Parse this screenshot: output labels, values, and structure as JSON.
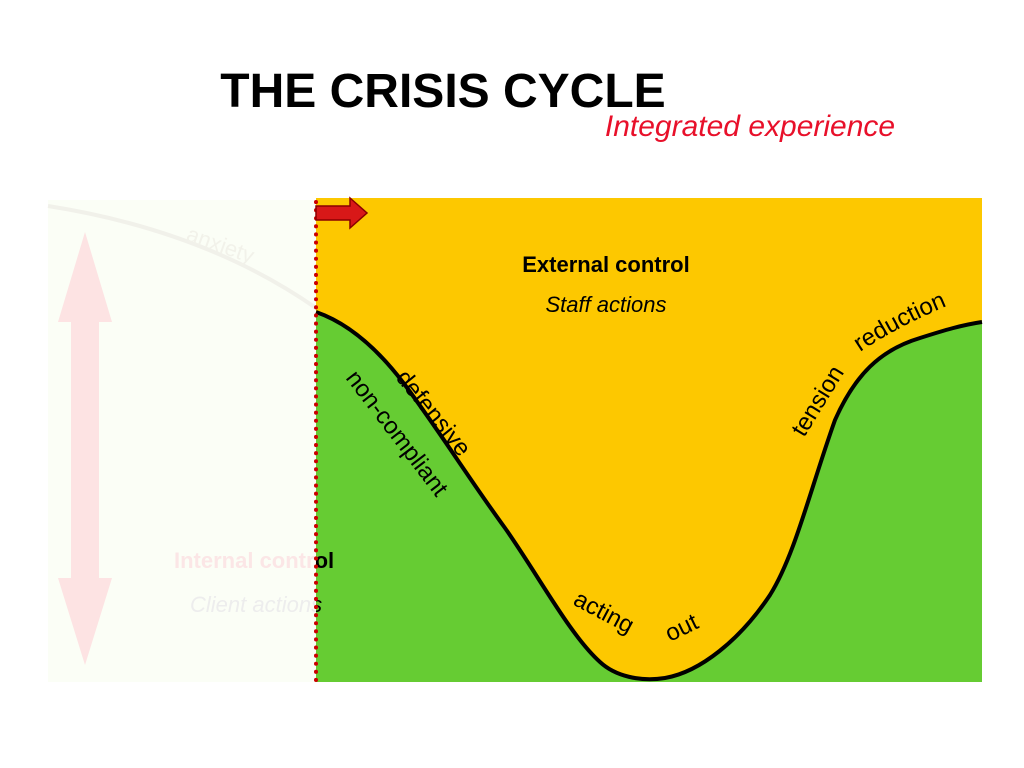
{
  "title": "THE CRISIS CYCLE",
  "subtitle": "Integrated experience",
  "regions": {
    "external": {
      "heading": "External control",
      "sub": "Staff actions"
    },
    "internal": {
      "heading": "Internal control",
      "sub": "Client actions"
    }
  },
  "curve_labels": {
    "anxiety": "anxiety",
    "defensive": "defensive",
    "non_compliant": "non-compliant",
    "acting": "acting",
    "out": "out",
    "tension": "tension",
    "reduction": "reduction"
  },
  "colors": {
    "external_fill": "#fdc800",
    "internal_fill": "#66cc33",
    "curve_stroke": "#000000",
    "marker_dots": "#cc0000",
    "arrow_fill": "#d81818",
    "subtitle": "#e8102a",
    "faded_panel": "#fbfef6",
    "faded_arrow": "#fde3e3"
  }
}
